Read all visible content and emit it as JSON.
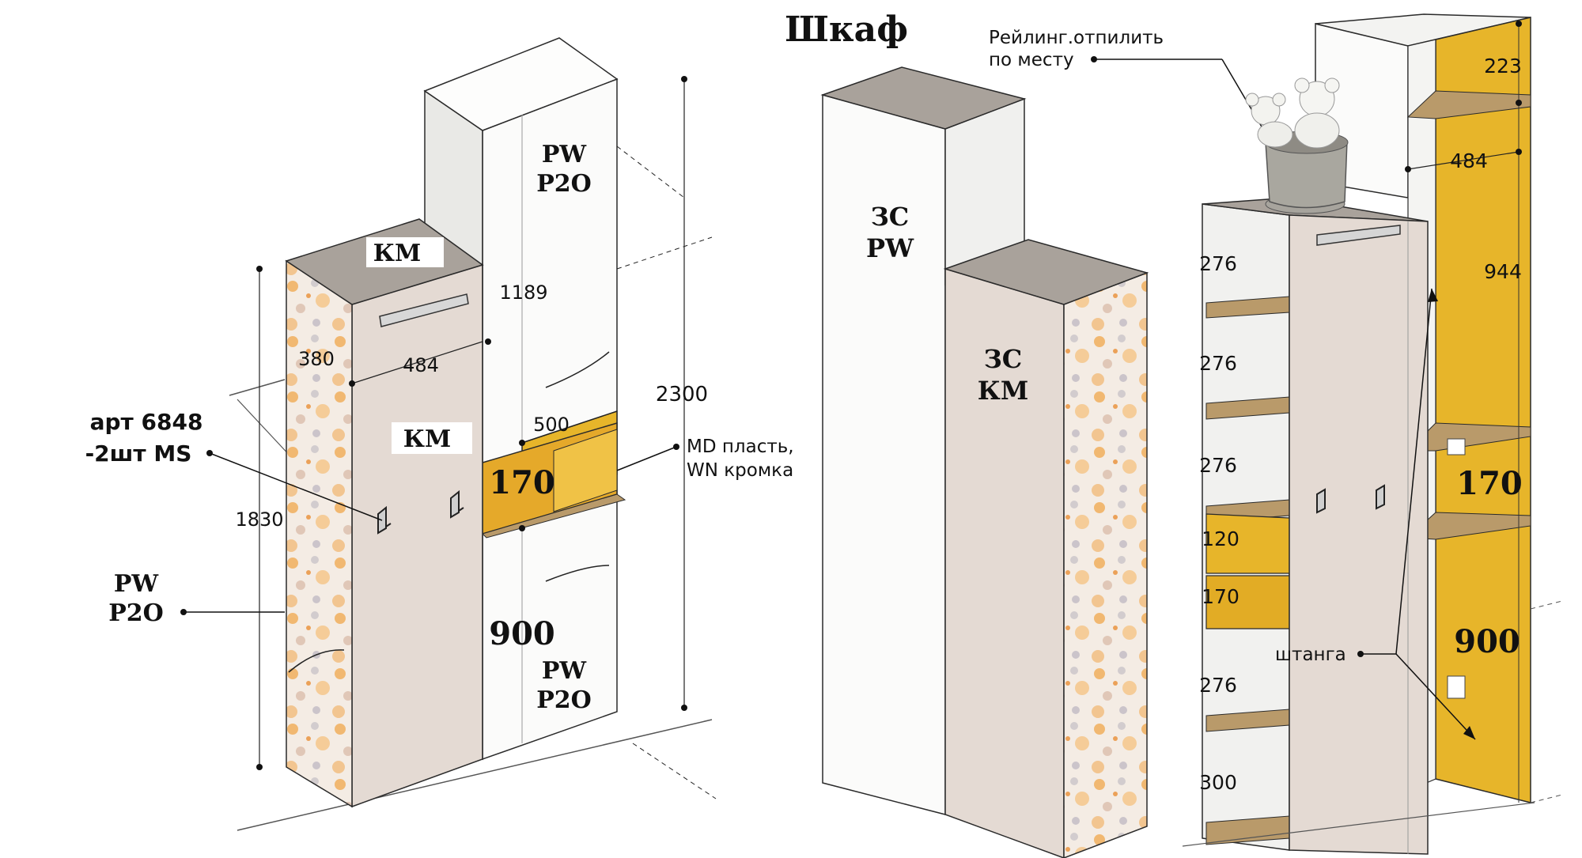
{
  "title": "Шкаф",
  "colors": {
    "line": "#2a2a2a",
    "door_beige": "#e4dad3",
    "side_beige": "#d6ccc4",
    "top_grey": "#a9a29b",
    "white_panel": "#fbfbfa",
    "white_side": "#e9e9e6",
    "yellow": "#e7b52a",
    "yellow_dark": "#c8961c",
    "shelf_brown": "#b99a6a",
    "dot_orange": "#f0a64a",
    "dot_grey": "#c9c4c8"
  },
  "left_cabinet": {
    "label_km_top": "КМ",
    "label_km_door": "КМ",
    "label_pw_top_1": "PW",
    "label_pw_top_2": "P2O",
    "label_pw_bot_1": "PW",
    "label_pw_bot_2": "P2O",
    "label_pw_side_1": "PW",
    "label_pw_side_2": "P2O",
    "dim_1189": "1189",
    "dim_380": "380",
    "dim_484": "484",
    "dim_500": "500",
    "dim_2300": "2300",
    "dim_1830": "1830",
    "niche_170": "170",
    "section_900": "900",
    "art_line1": "арт 6848",
    "art_line2": "-2шт MS",
    "md_line1": "MD пласть,",
    "md_line2": "WN кромка"
  },
  "middle_cabinet": {
    "tall_line1": "ЗС",
    "tall_line2": "PW",
    "short_line1": "ЗС",
    "short_line2": "КМ",
    "railing_line1": "Рейлинг.отпилить",
    "railing_line2": "по месту"
  },
  "right_cabinet": {
    "dim_223": "223",
    "dim_484": "484",
    "dim_944": "944",
    "yellow_170": "170",
    "yellow_900": "900",
    "shelf_dims": [
      "276",
      "276",
      "276",
      "120",
      "170",
      "276",
      "300"
    ],
    "rod_label": "штанга"
  }
}
